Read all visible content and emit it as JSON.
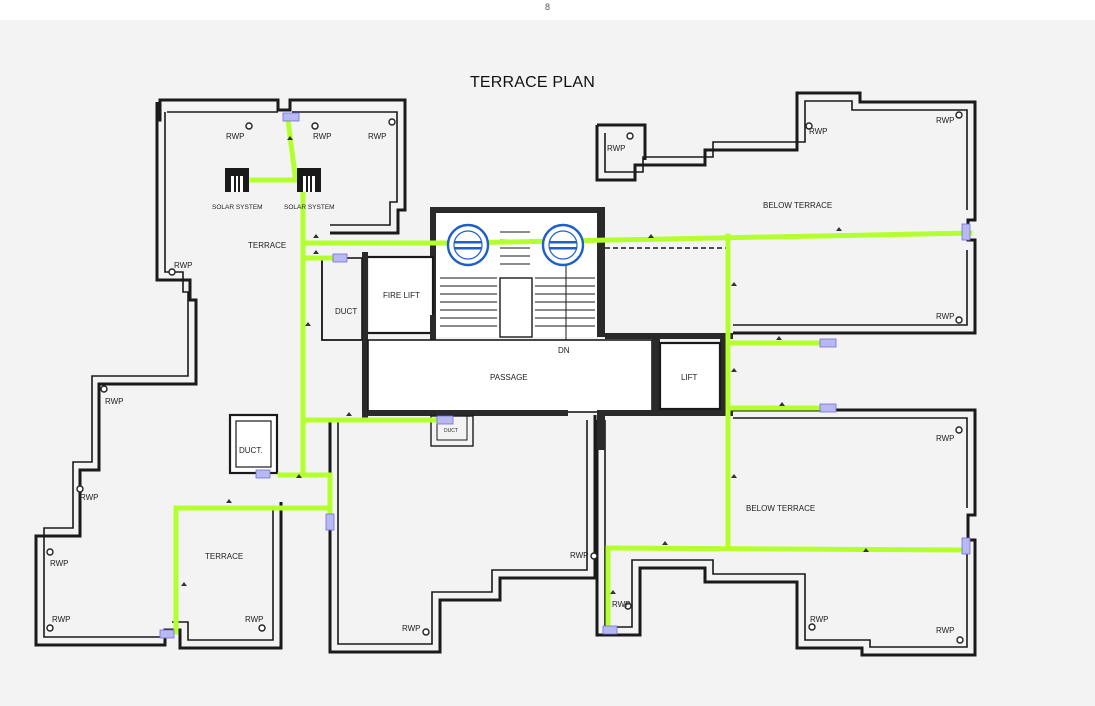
{
  "page_number": "8",
  "title": "TERRACE PLAN",
  "rooms": {
    "terrace_top": "TERRACE",
    "terrace_bottom": "TERRACE",
    "below_terrace_top": "BELOW TERRACE",
    "below_terrace_bottom": "BELOW TERRACE",
    "fire_lift": "FIRE LIFT",
    "duct_upper": "DUCT",
    "duct_left": "DUCT.",
    "duct_small": "DUCT",
    "passage": "PASSAGE",
    "lift": "LIFT",
    "stair_dn": "DN"
  },
  "solar_systems": [
    "SOLAR SYSTEM",
    "SOLAR SYSTEM"
  ],
  "rwp_label": "RWP",
  "colors": {
    "pipe": "#b4ff2e",
    "walls": "#1a1a1a",
    "tank": "#1f5fc8",
    "tag": "#b9b9f2",
    "sheet": "#f3f3f4"
  },
  "icons": [
    "rwp-icon",
    "solar-panel-icon",
    "water-tank-icon",
    "pipe-tag-icon"
  ]
}
